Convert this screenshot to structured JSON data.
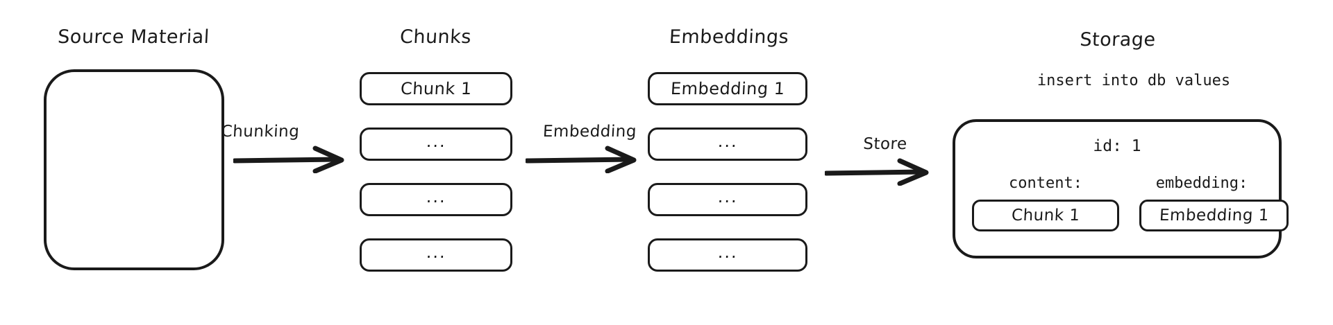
{
  "diagram": {
    "title_source": "Source Material",
    "title_chunks": "Chunks",
    "title_embeddings": "Embeddings",
    "title_storage": "Storage",
    "ellipsis": "...",
    "chunks": [
      {
        "label": "Chunk 1"
      },
      {
        "label": "..."
      },
      {
        "label": "..."
      },
      {
        "label": "..."
      }
    ],
    "embeddings": [
      {
        "label": "Embedding 1"
      },
      {
        "label": "..."
      },
      {
        "label": "..."
      },
      {
        "label": "..."
      }
    ],
    "arrows": [
      {
        "label": "Chunking"
      },
      {
        "label": "Embedding"
      },
      {
        "label": "Store"
      }
    ],
    "storage": {
      "query": "insert into db values",
      "id_row": "id: 1",
      "content_label": "content:",
      "embedding_label": "embedding:",
      "content_value": "Chunk 1",
      "embedding_value": "Embedding 1"
    },
    "colors": {
      "ink": "#1a1a1a",
      "background": "#ffffff"
    }
  }
}
